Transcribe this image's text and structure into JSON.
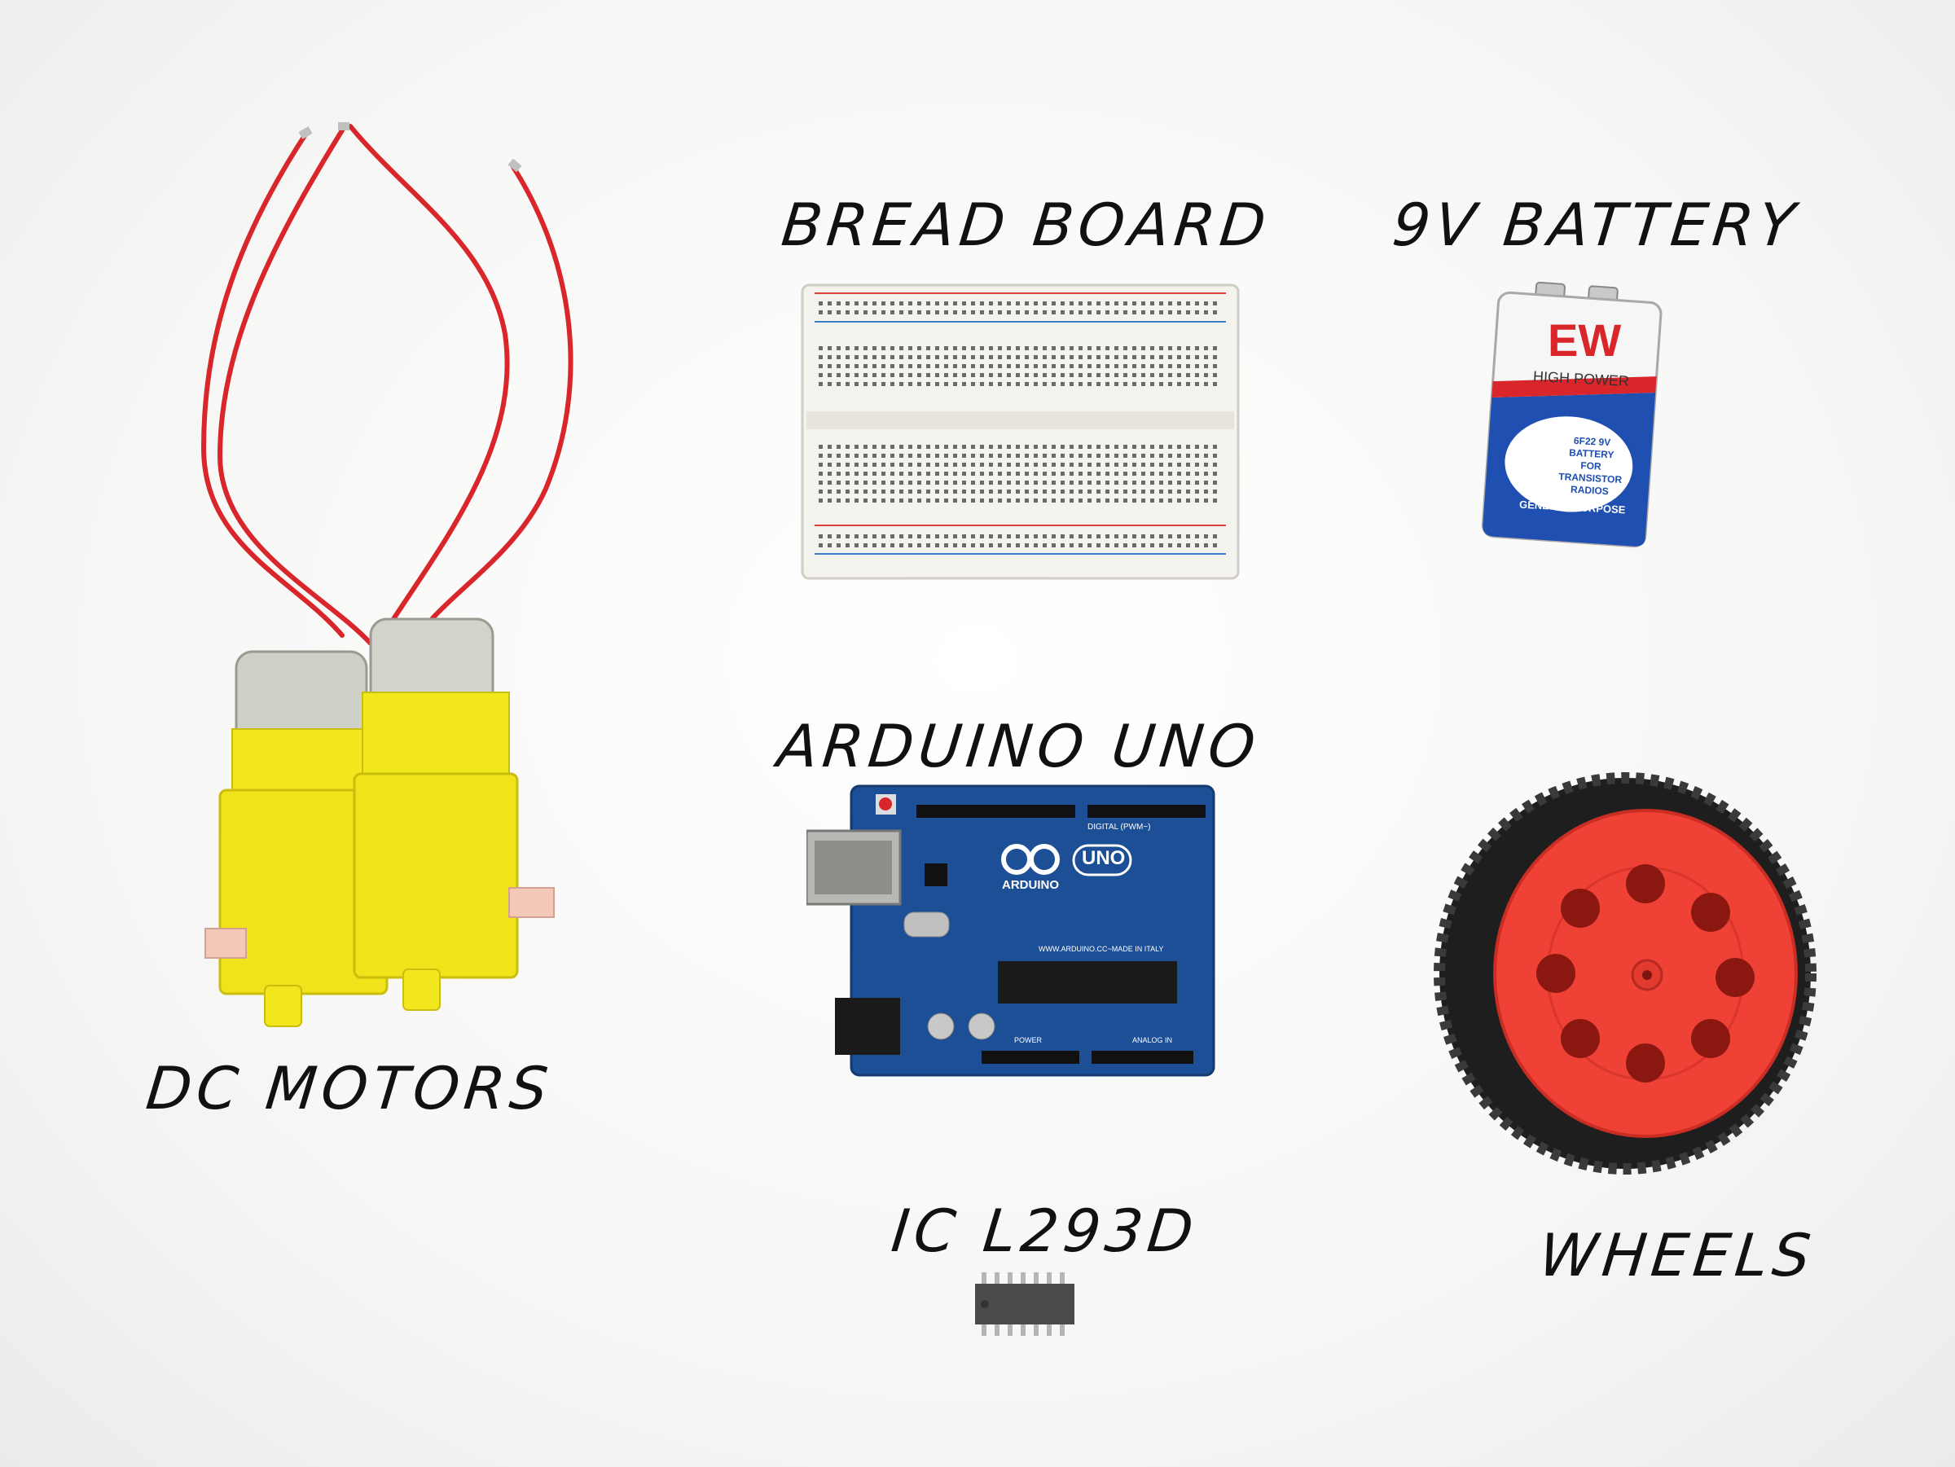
{
  "labels": {
    "bread_board": "BREAD BOARD",
    "battery": "9V BATTERY",
    "arduino": "ARDUINO UNO",
    "dc_motors": "DC MOTORS",
    "ic": "IC L293D",
    "wheels": "WHEELS"
  },
  "battery_print": {
    "brand": "EW",
    "high_power": "HIGH POWER",
    "model": "6F22 9V",
    "line2": "BATTERY",
    "line3": "FOR",
    "line4": "TRANSISTOR",
    "line5": "RADIOS",
    "purpose": "GENERAL PURPOSE"
  },
  "arduino_print": {
    "logo": "ARDUINO",
    "model": "UNO",
    "digital": "DIGITAL (PWM~)",
    "analog": "ANALOG IN",
    "power": "POWER",
    "made_in": "WWW.ARDUINO.CC~MADE IN ITALY"
  },
  "colors": {
    "motor_yellow": "#f2e61c",
    "wire_red": "#d8262b",
    "arduino_blue": "#1d4f96",
    "wheel_red": "#ef4135",
    "tire_black": "#1e1e1e",
    "battery_blue": "#1f4fb0"
  }
}
